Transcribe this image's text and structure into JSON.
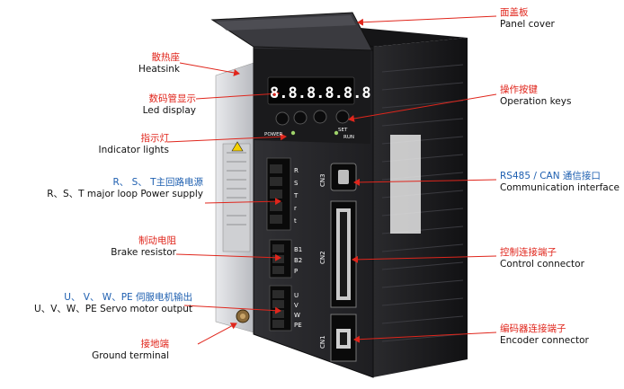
{
  "device": {
    "display_digits": "8.8.8.8.8.8",
    "power_label": "POWER",
    "set_label": "SET",
    "run_label": "RUN",
    "cn3": "CN3",
    "cn2": "CN2",
    "cn1": "CN1",
    "rst": [
      "R",
      "S",
      "T",
      "r",
      "t"
    ],
    "brake": [
      "B1",
      "B2",
      "P"
    ],
    "motor": [
      "U",
      "V",
      "W",
      "PE"
    ]
  },
  "labels": {
    "panel_cover": {
      "zh": "面盖板",
      "en": "Panel cover"
    },
    "heatsink": {
      "zh": "散热座",
      "en": "Heatsink"
    },
    "led_display": {
      "zh": "数码管显示",
      "en": "Led display"
    },
    "operation_keys": {
      "zh": "操作按键",
      "en": "Operation keys"
    },
    "indicator_lights": {
      "zh": "指示灯",
      "en": "Indicator lights"
    },
    "power_supply": {
      "zh": "R、 S、 T主回路电源",
      "en": "R、S、T major loop Power supply"
    },
    "comm": {
      "zh": "RS485 / CAN 通信接口",
      "en": "Communication interface"
    },
    "brake_resistor": {
      "zh": "制动电阻",
      "en": "Brake resistor"
    },
    "control_connector": {
      "zh": "控制连接端子",
      "en": "Control connector"
    },
    "servo_output": {
      "zh": "U、 V、 W、PE 伺服电机输出",
      "en": "U、V、W、PE Servo motor output"
    },
    "encoder_connector": {
      "zh": "编码器连接端子",
      "en": "Encoder connector"
    },
    "ground_terminal": {
      "zh": "接地端",
      "en": "Ground terminal"
    }
  },
  "colors": {
    "accent": "#e0261c",
    "blue_text": "#1e5fb0",
    "body": "#2a2a2c",
    "panel": "#1b1b1d",
    "heatsink": "#d9dadd"
  }
}
